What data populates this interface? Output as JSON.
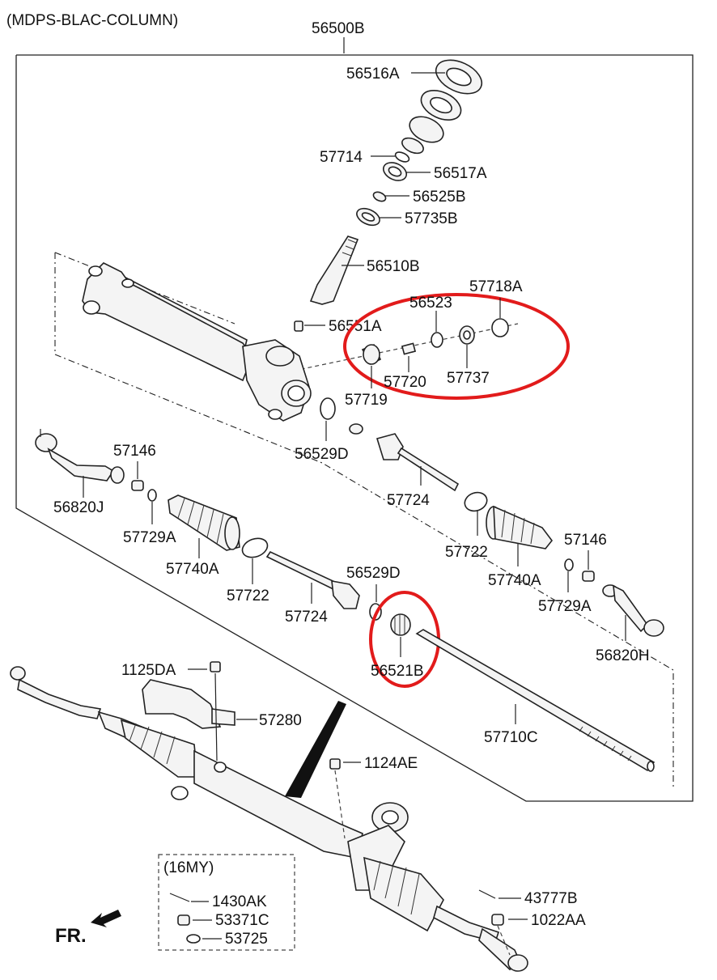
{
  "header": "(MDPS-BLAC-COLUMN)",
  "assembly_label": "56500B",
  "labels": {
    "p56516A": "56516A",
    "p57714": "57714",
    "p56517A": "56517A",
    "p56525B": "56525B",
    "p57735B": "57735B",
    "p56510B": "56510B",
    "p57718A": "57718A",
    "p56523": "56523",
    "p56551A": "56551A",
    "p57720": "57720",
    "p57737": "57737",
    "p57719": "57719",
    "p56529D_top": "56529D",
    "p57146_left": "57146",
    "p56820J": "56820J",
    "p57729A_left": "57729A",
    "p57740A_left": "57740A",
    "p57722_left": "57722",
    "p57724_left": "57724",
    "p56529D_mid": "56529D",
    "p56521B": "56521B",
    "p57724_right": "57724",
    "p57722_right": "57722",
    "p57740A_right": "57740A",
    "p57146_right": "57146",
    "p57729A_right": "57729A",
    "p56820H": "56820H",
    "p57710C": "57710C",
    "p1125DA": "1125DA",
    "p57280": "57280",
    "p1124AE": "1124AE",
    "p43777B": "43777B",
    "p1022AA": "1022AA"
  },
  "legend_box": {
    "title": "(16MY)",
    "items": [
      "1430AK",
      "53371C",
      "53725"
    ]
  },
  "direction_label": "FR.",
  "colors": {
    "highlight": "#e21b1b",
    "ink": "#222222",
    "background": "#ffffff"
  },
  "icons": [
    "direction-arrow-icon"
  ]
}
